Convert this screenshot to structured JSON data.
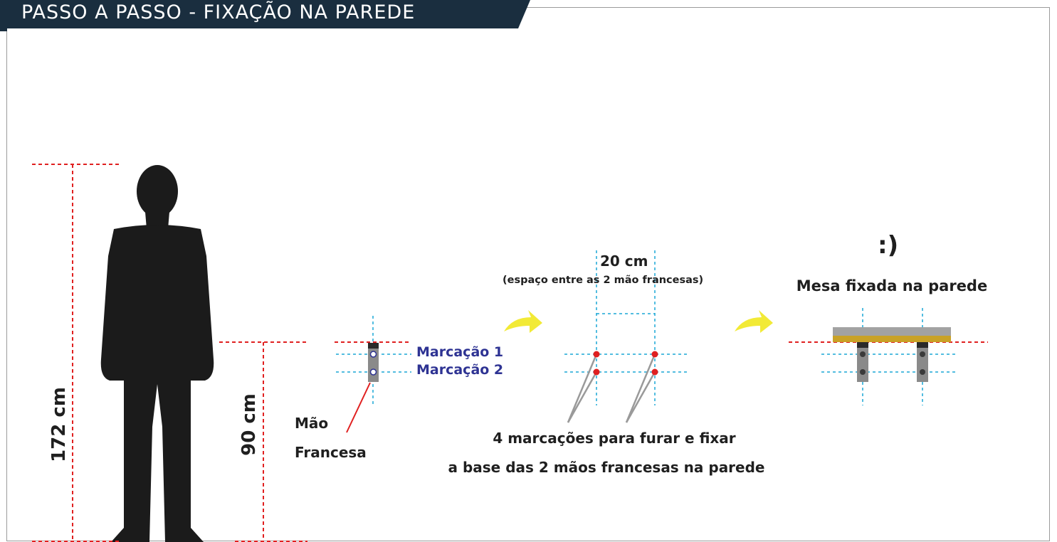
{
  "header": {
    "title": "PASSO A PASSO - FIXAÇÃO NA PAREDE"
  },
  "colors": {
    "header_bg": "#1a2e3f",
    "guide_red": "#e02020",
    "guide_cyan": "#1aa7d6",
    "mark_blue": "#2e3393",
    "arrow_yellow": "#f2ea36",
    "table_top": "#a2a2a2",
    "table_wood": "#c9a227",
    "bracket": "#8a8a8a"
  },
  "person": {
    "height_label": "172 cm",
    "table_height_label": "90 cm"
  },
  "step1": {
    "part_label_line1": "Mão",
    "part_label_line2": "Francesa",
    "mark1": "Marcação 1",
    "mark2": "Marcação 2"
  },
  "step2": {
    "spacing": "20 cm",
    "spacing_note": "(espaço entre as 2 mão francesas)",
    "caption_line1": "4 marcações para furar e fixar",
    "caption_line2": "a base das 2 mãos francesas na parede"
  },
  "step3": {
    "smiley": ":)",
    "caption": "Mesa fixada na parede"
  }
}
